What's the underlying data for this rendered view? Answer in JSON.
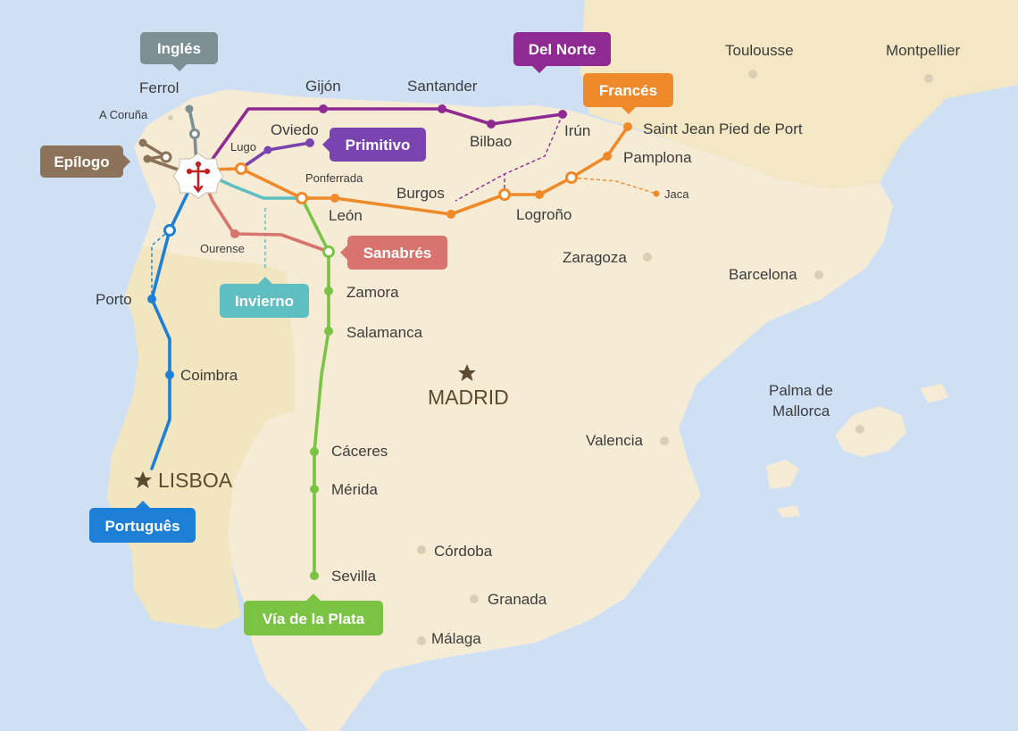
{
  "colors": {
    "sea": "#cfe0f5",
    "spain": "#f6ecd6",
    "portugal": "#f2e6c1",
    "france": "#f3e7c4",
    "ingles": "#7e8f94",
    "epilogo": "#8b7258",
    "primitivo": "#7a44b0",
    "del_norte": "#8e2a91",
    "frances": "#ef8a2a",
    "sanabres": "#d8736d",
    "invierno": "#5fbec2",
    "portugues": "#1e7fd6",
    "via_de_la_plata": "#7ac343",
    "city_dot": "#d8cfb4"
  },
  "icons": {
    "santiago": "cross-of-saint-james-icon",
    "capital": "star-icon"
  },
  "routes": {
    "ingles": "Inglés",
    "del_norte": "Del Norte",
    "frances": "Francés",
    "primitivo": "Primitivo",
    "epilogo": "Epílogo",
    "sanabres": "Sanabrés",
    "invierno": "Invierno",
    "portugues": "Português",
    "via_de_la_plata": "Vía de la Plata"
  },
  "cities": {
    "ferrol": "Ferrol",
    "a_coruna": "A Coruña",
    "gijon": "Gijón",
    "santander": "Santander",
    "oviedo": "Oviedo",
    "lugo": "Lugo",
    "bilbao": "Bilbao",
    "irun": "Irún",
    "saint_jean": "Saint Jean Pied de Port",
    "pamplona": "Pamplona",
    "jaca": "Jaca",
    "ponferrada": "Ponferrada",
    "burgos": "Burgos",
    "leon": "León",
    "logrono": "Logroño",
    "ourense": "Ourense",
    "zaragoza": "Zaragoza",
    "barcelona": "Barcelona",
    "zamora": "Zamora",
    "salamanca": "Salamanca",
    "porto": "Porto",
    "coimbra": "Coimbra",
    "madrid": "MADRID",
    "lisboa": "LISBOA",
    "caceres": "Cáceres",
    "merida": "Mérida",
    "valencia": "Valencia",
    "palma": [
      "Palma de",
      "Mallorca"
    ],
    "cordoba": "Córdoba",
    "sevilla": "Sevilla",
    "granada": "Granada",
    "malaga": "Málaga",
    "toulousse": "Toulousse",
    "montpellier": "Montpellier"
  }
}
